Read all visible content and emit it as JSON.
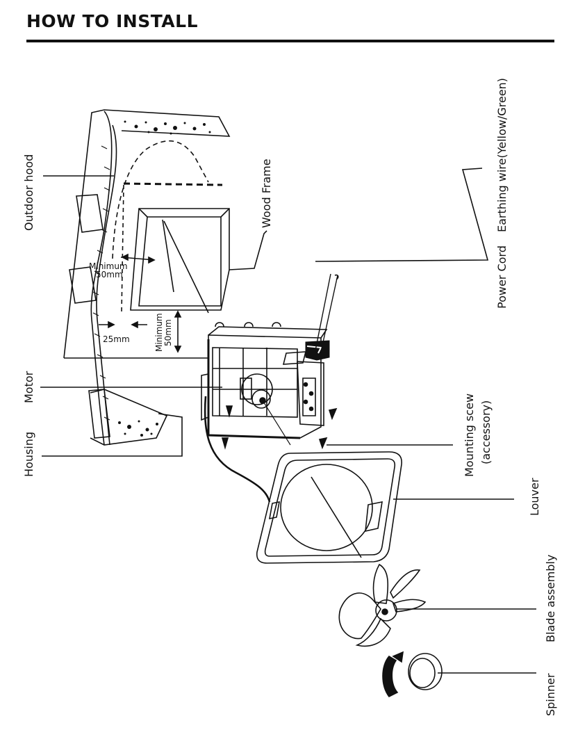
{
  "page": {
    "title": "HOW TO INSTALL"
  },
  "labels": {
    "outdoor_hood": "Outdoor hood",
    "wood_frame": "Wood Frame",
    "earthing_wire": "Earthing wire(Yellow/Green)",
    "power_cord": "Power Cord",
    "motor": "Motor",
    "housing": "Housing",
    "mounting_screw_line1": "Mounting scew",
    "mounting_screw_line2": "(accessory)",
    "louver": "Louver",
    "blade_assembly": "Blade assembly",
    "spinner": "Spinner"
  },
  "dimensions": {
    "min_top_line1": "Minimum",
    "min_top_line2": "50mm",
    "gap": "25mm",
    "min_side_line1": "Minimum",
    "min_side_line2": "50mm"
  }
}
